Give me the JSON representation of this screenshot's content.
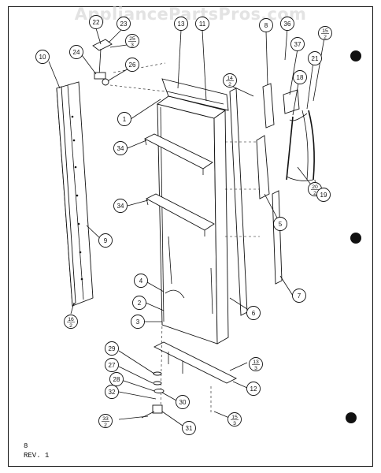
{
  "watermark": "AppliancePartsPros.com",
  "page_number": "8",
  "revision": "REV. 1",
  "callouts": [
    {
      "id": "10",
      "label": "10",
      "frac": false
    },
    {
      "id": "22",
      "label": "22",
      "frac": false
    },
    {
      "id": "23",
      "label": "23",
      "frac": false
    },
    {
      "id": "24",
      "label": "24",
      "frac": false
    },
    {
      "id": "25-3",
      "top": "25",
      "bottom": "3",
      "frac": true
    },
    {
      "id": "26",
      "label": "26",
      "frac": false
    },
    {
      "id": "13-top",
      "label": "13",
      "frac": false
    },
    {
      "id": "11",
      "label": "11",
      "frac": false
    },
    {
      "id": "8-top",
      "label": "8",
      "frac": false
    },
    {
      "id": "36",
      "label": "36",
      "frac": false
    },
    {
      "id": "15-2-top",
      "top": "15",
      "bottom": "2",
      "frac": true
    },
    {
      "id": "37",
      "label": "37",
      "frac": false
    },
    {
      "id": "18",
      "label": "18",
      "frac": false
    },
    {
      "id": "21",
      "label": "21",
      "frac": false
    },
    {
      "id": "14-2",
      "top": "14",
      "bottom": "2",
      "frac": true
    },
    {
      "id": "1",
      "label": "1",
      "frac": false
    },
    {
      "id": "34-a",
      "label": "34",
      "frac": false
    },
    {
      "id": "34-b",
      "label": "34",
      "frac": false
    },
    {
      "id": "20-2",
      "top": "20",
      "bottom": "2",
      "frac": true
    },
    {
      "id": "19",
      "label": "19",
      "frac": false
    },
    {
      "id": "5",
      "label": "5",
      "frac": false
    },
    {
      "id": "9",
      "label": "9",
      "frac": false
    },
    {
      "id": "7",
      "label": "7",
      "frac": false
    },
    {
      "id": "4",
      "label": "4",
      "frac": false
    },
    {
      "id": "2",
      "label": "2",
      "frac": false
    },
    {
      "id": "6",
      "label": "6",
      "frac": false
    },
    {
      "id": "3",
      "label": "3",
      "frac": false
    },
    {
      "id": "16-2-left",
      "top": "16",
      "bottom": "2",
      "frac": true
    },
    {
      "id": "13-3",
      "top": "13",
      "bottom": "3",
      "frac": true
    },
    {
      "id": "29",
      "label": "29",
      "frac": false
    },
    {
      "id": "12",
      "label": "12",
      "frac": false
    },
    {
      "id": "27",
      "label": "27",
      "frac": false
    },
    {
      "id": "28",
      "label": "28",
      "frac": false
    },
    {
      "id": "32",
      "label": "32",
      "frac": false
    },
    {
      "id": "30",
      "label": "30",
      "frac": false
    },
    {
      "id": "15-3",
      "top": "15",
      "bottom": "3",
      "frac": true
    },
    {
      "id": "33-2",
      "top": "33",
      "bottom": "2",
      "frac": true
    },
    {
      "id": "31",
      "label": "31",
      "frac": false
    }
  ]
}
